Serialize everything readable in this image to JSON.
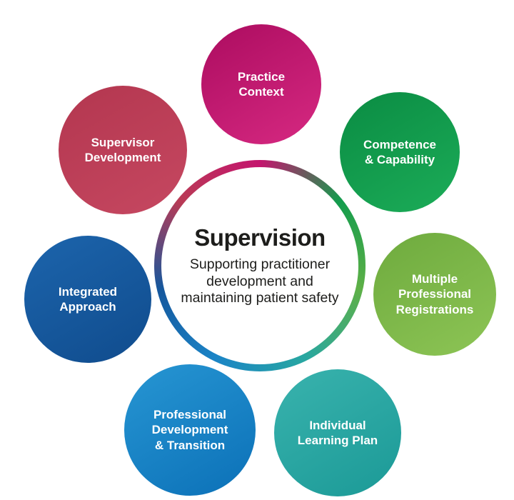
{
  "diagram": {
    "center": {
      "title": "Supervision",
      "subtitle_lines": [
        "Supporting practitioner",
        "development and",
        "maintaining patient safety"
      ],
      "ring_colors": [
        "#C4156E",
        "#139C4D",
        "#5EB047",
        "#28A7A1",
        "#1B84C6",
        "#15579D",
        "#B93A55",
        "#C4156E"
      ],
      "text_color": "#1d1d1b"
    },
    "label_color": "#FFFFFF",
    "circles": [
      {
        "id": "practice-context",
        "lines": [
          "Practice",
          "Context"
        ],
        "color_top": "#B00F63",
        "color_bottom": "#D2267E"
      },
      {
        "id": "competence-capability",
        "lines": [
          "Competence",
          "& Capability"
        ],
        "color_top": "#0C8F45",
        "color_bottom": "#1AA956"
      },
      {
        "id": "multiple-professional-registrations",
        "lines": [
          "Multiple",
          "Professional",
          "Registrations"
        ],
        "color_top": "#71AD40",
        "color_bottom": "#8AC253"
      },
      {
        "id": "individual-learning-plan",
        "lines": [
          "Individual",
          "Learning Plan"
        ],
        "color_top": "#36B0AB",
        "color_bottom": "#1E9C99"
      },
      {
        "id": "professional-development-transition",
        "lines": [
          "Professional",
          "Development",
          "& Transition"
        ],
        "color_top": "#2492D0",
        "color_bottom": "#0E74BA"
      },
      {
        "id": "integrated-approach",
        "lines": [
          "Integrated",
          "Approach"
        ],
        "color_top": "#1B62A9",
        "color_bottom": "#114E90"
      },
      {
        "id": "supervisor-development",
        "lines": [
          "Supervisor",
          "Development"
        ],
        "color_top": "#B53851",
        "color_bottom": "#C4465F"
      }
    ]
  }
}
